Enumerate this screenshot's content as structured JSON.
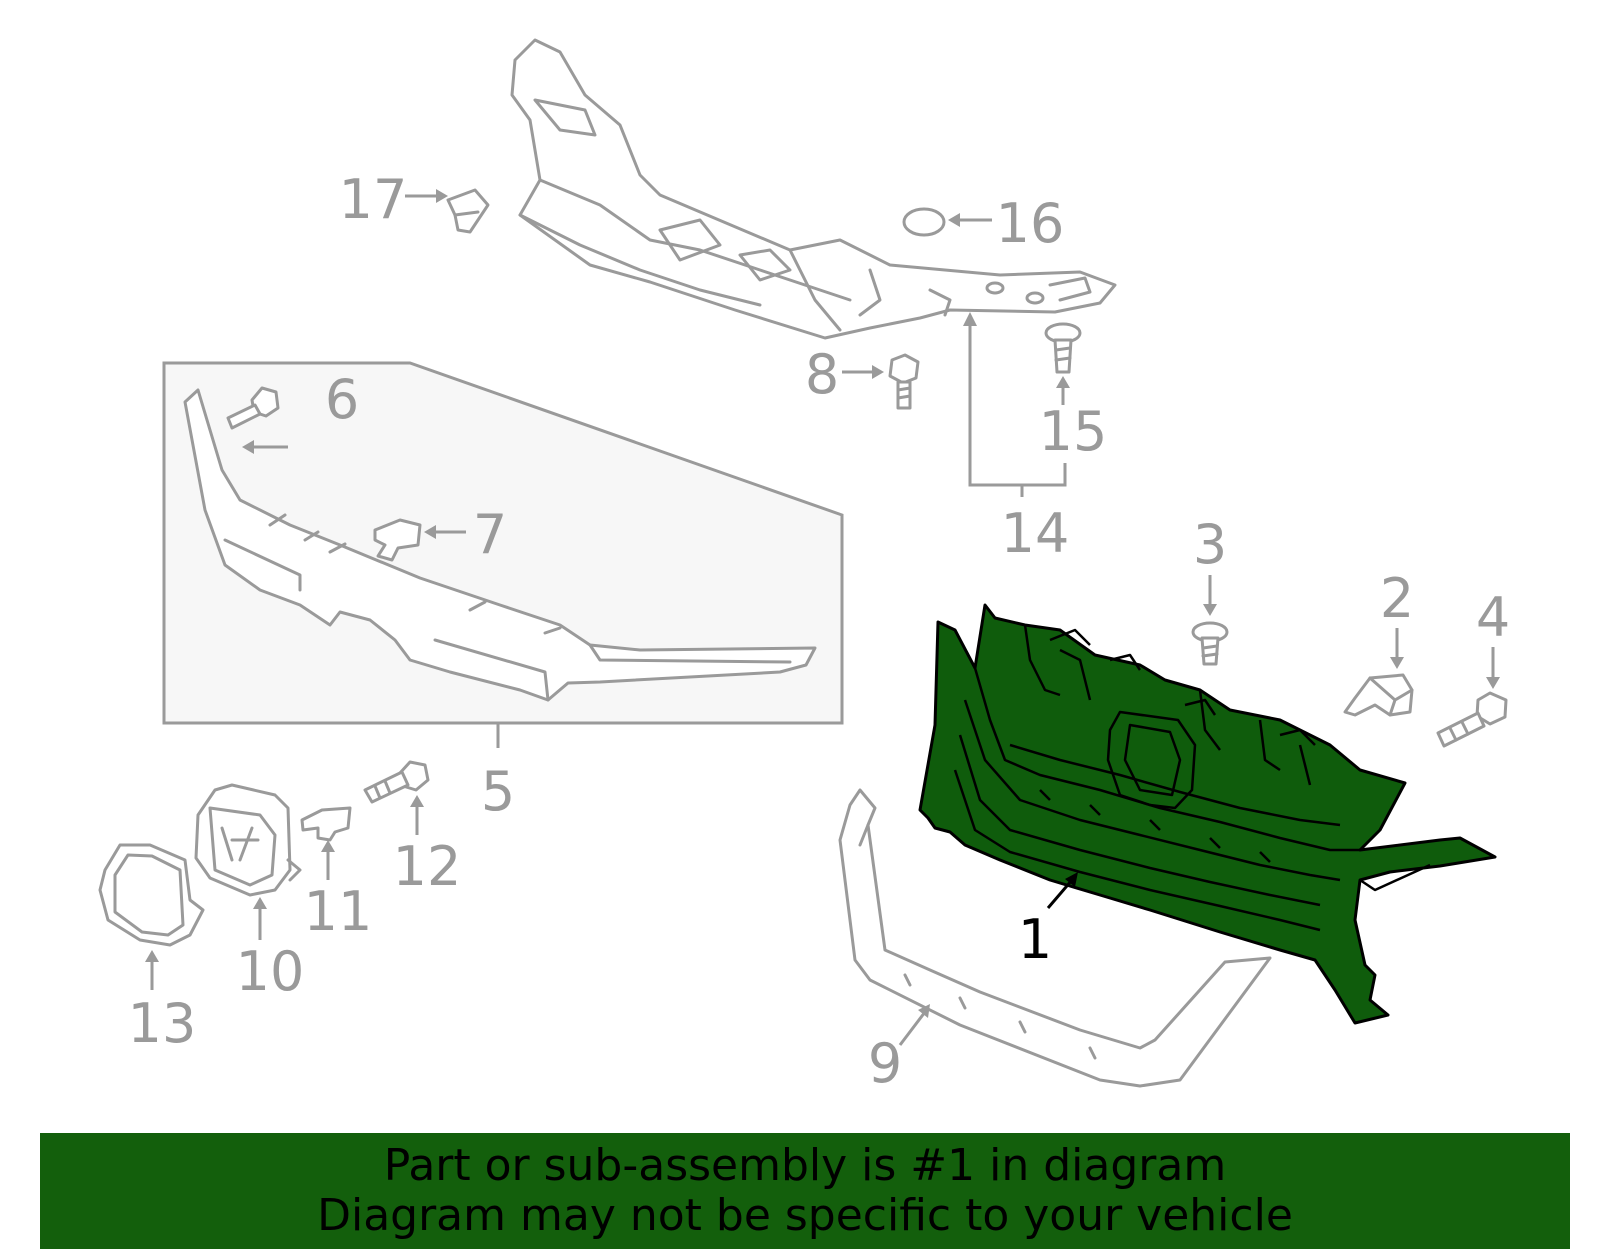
{
  "highlight_color": "#0f5c0c",
  "callouts": {
    "c1": "1",
    "c2": "2",
    "c3": "3",
    "c4": "4",
    "c5": "5",
    "c6": "6",
    "c7": "7",
    "c8": "8",
    "c9": "9",
    "c10": "10",
    "c11": "11",
    "c12": "12",
    "c13": "13",
    "c14": "14",
    "c15": "15",
    "c16": "16",
    "c17": "17"
  },
  "banner": {
    "line1": "Part or sub-assembly is #1 in diagram",
    "line2": "Diagram may not be specific to your vehicle"
  }
}
